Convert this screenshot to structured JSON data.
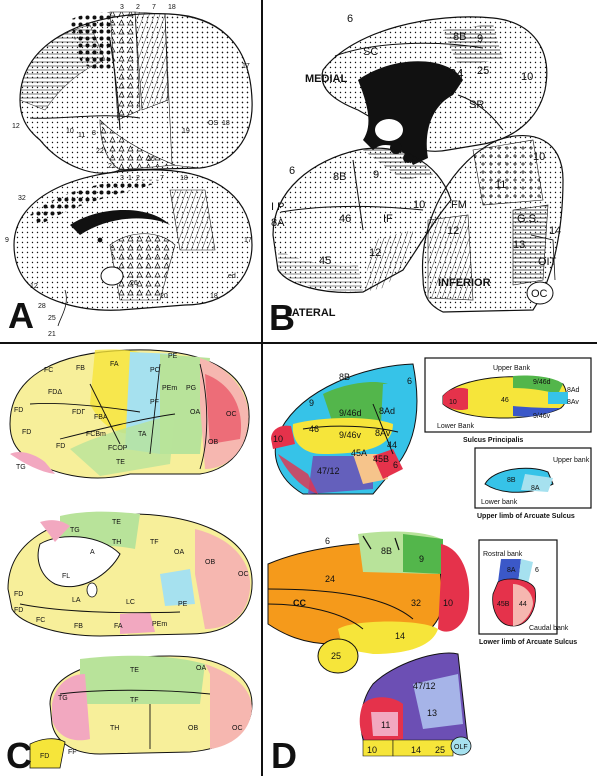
{
  "panels": {
    "A": {
      "letter": "A"
    },
    "B": {
      "letter": "B",
      "medial_title": "MEDIAL",
      "lateral_title": "LATERAL",
      "inferior_title": "INFERIOR",
      "medial_labels": {
        "a6": "6",
        "a8B": "8B",
        "a9": "9",
        "SC": "SC",
        "a24": "24",
        "a25": "25",
        "a10": "10",
        "SR": "SR"
      },
      "lateral_labels": {
        "a6": "6",
        "a8B": "8B",
        "a9": "9",
        "a10": "10",
        "IP": "I P",
        "a8A": "8A",
        "a46": "46",
        "IF": "IF",
        "a45": "45",
        "a12": "12"
      },
      "inferior_labels": {
        "a10": "10",
        "a11": "11",
        "FM": "FM",
        "a12": "12",
        "GS": "G.S.",
        "a13": "13",
        "a14": "14",
        "OIT": "OIT",
        "OC": "OC"
      }
    },
    "C": {
      "letter": "C",
      "top_labels": {
        "FC": "FC",
        "FB": "FB",
        "FA": "FA",
        "PEm": "PEm",
        "PE": "PE",
        "PC": "PC",
        "PG": "PG",
        "PF": "PF",
        "OA": "OA",
        "OC": "OC",
        "OB": "OB",
        "FD1": "FD",
        "FD2": "FD",
        "FD3": "FD",
        "FDA": "FDΔ",
        "FDT": "FDΓ",
        "FBA": "FBA",
        "FCBm": "FCBm",
        "FCOP": "FCOP",
        "TA": "TA",
        "TE": "TE",
        "TG": "TG"
      },
      "mid_labels": {
        "TG": "TG",
        "TE": "TE",
        "TH": "TH",
        "TF": "TF",
        "A": "A",
        "OA": "OA",
        "OB": "OB",
        "OC": "OC",
        "FL": "FL",
        "FD1": "FD",
        "FD2": "FD",
        "LA": "LA",
        "LC": "LC",
        "FC": "FC",
        "FB": "FB",
        "FA": "FA",
        "PE": "PE",
        "PEm": "PEm"
      },
      "bot_labels": {
        "TE": "TE",
        "OA": "OA",
        "TG": "TG",
        "TF": "TF",
        "TH": "TH",
        "OB": "OB",
        "OC": "OC",
        "FD": "FD",
        "FF": "FF"
      }
    },
    "D": {
      "letter": "D",
      "lateral_labels": {
        "a8B": "8B",
        "a6": "6",
        "a9": "9",
        "a8Ad": "8Ad",
        "a46d": "9/46d",
        "a46": "46",
        "a46v": "9/46v",
        "a8Av": "8Av",
        "a10": "10",
        "a45A": "45A",
        "a45B": "45B",
        "a44": "44",
        "a4712": "47/12",
        "a6b": "6"
      },
      "medial_labels": {
        "a6": "6",
        "a8B": "8B",
        "a9": "9",
        "a24": "24",
        "CC": "CC",
        "a32": "32",
        "a10": "10",
        "a14": "14",
        "a25": "25"
      },
      "orbital_labels": {
        "a4712": "47/12",
        "a13": "13",
        "a11": "11",
        "a10": "10",
        "a14": "14",
        "a25": "25",
        "OLF": "OLF"
      },
      "inset1": {
        "upper": "Upper Bank",
        "lower": "Lower Bank",
        "a946d": "9/46d",
        "a8Ad": "8Ad",
        "a46": "46",
        "a8Av": "8Av",
        "a946v": "9/46v",
        "a10": "10",
        "caption": "Sulcus Principalis"
      },
      "inset2": {
        "upper": "Upper bank",
        "lower": "Lower bank",
        "a8B": "8B",
        "a8A": "8A",
        "caption": "Upper limb of Arcuate Sulcus"
      },
      "inset3": {
        "rostral": "Rostral bank",
        "a8A": "8A",
        "a6": "6",
        "a45B": "45B",
        "a44": "44",
        "caudal": "Caudal bank",
        "caption": "Lower limb of Arcuate Sulcus"
      }
    }
  },
  "colors": {
    "red": "#e5324b",
    "orange": "#f59a1b",
    "yellow": "#f6e53a",
    "green": "#53b64b",
    "cyan": "#36c3e8",
    "blue": "#3b58c8",
    "purple": "#6c4fb4",
    "pink": "#f2a8c0",
    "peach": "#f6c48b",
    "lightyellow": "#f7ef9a",
    "lightgreen": "#b8e39a",
    "lightcyan": "#a6e1ef",
    "lightpink": "#f6b7b0",
    "ink": "#111111"
  }
}
